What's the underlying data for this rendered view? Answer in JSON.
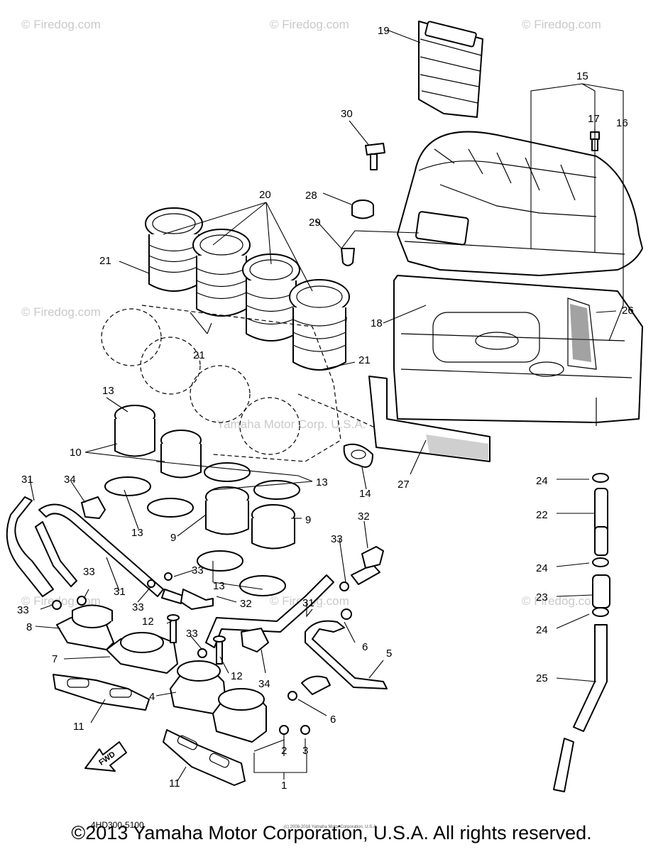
{
  "callouts": [
    "1",
    "2",
    "3",
    "4",
    "5",
    "6",
    "7",
    "8",
    "9",
    "10",
    "11",
    "12",
    "13",
    "14",
    "15",
    "16",
    "17",
    "18",
    "19",
    "20",
    "21",
    "22",
    "23",
    "24",
    "25",
    "26",
    "27",
    "28",
    "29",
    "30",
    "31",
    "32",
    "33",
    "34"
  ],
  "watermark": "© Firedog.com",
  "center_watermark": "Yamaha Motor Corp. U.S.A.",
  "fwd_label": "FWD",
  "drawing_code": "4HD300-5100",
  "tiny_copyright": "(c) 2008-2016 Yamaha Motor Corporation, U.S.A.",
  "copyright": "©2013 Yamaha Motor Corporation, U.S.A. All rights reserved."
}
